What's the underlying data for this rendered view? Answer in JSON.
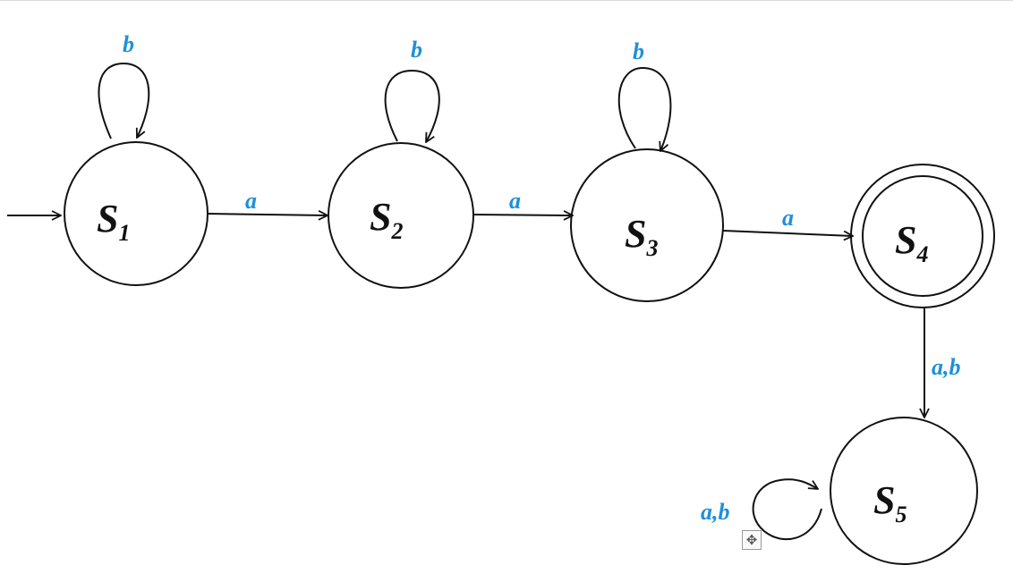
{
  "colors": {
    "label": "#1e90d8",
    "stroke": "#111111"
  },
  "states": [
    {
      "id": "s1",
      "main": "S",
      "sub": "1",
      "accepting": false,
      "initial": true
    },
    {
      "id": "s2",
      "main": "S",
      "sub": "2",
      "accepting": false,
      "initial": false
    },
    {
      "id": "s3",
      "main": "S",
      "sub": "3",
      "accepting": false,
      "initial": false
    },
    {
      "id": "s4",
      "main": "S",
      "sub": "4",
      "accepting": true,
      "initial": false
    },
    {
      "id": "s5",
      "main": "S",
      "sub": "5",
      "accepting": false,
      "initial": false
    }
  ],
  "transitions": [
    {
      "from": "s1",
      "to": "s1",
      "label": "b"
    },
    {
      "from": "s2",
      "to": "s2",
      "label": "b"
    },
    {
      "from": "s3",
      "to": "s3",
      "label": "b"
    },
    {
      "from": "s1",
      "to": "s2",
      "label": "a"
    },
    {
      "from": "s2",
      "to": "s3",
      "label": "a"
    },
    {
      "from": "s3",
      "to": "s4",
      "label": "a"
    },
    {
      "from": "s4",
      "to": "s5",
      "label": "a,b"
    },
    {
      "from": "s5",
      "to": "s5",
      "label": "a,b"
    }
  ],
  "ui": {
    "move_handle_icon": "move-icon",
    "move_handle_glyph": "✥"
  }
}
